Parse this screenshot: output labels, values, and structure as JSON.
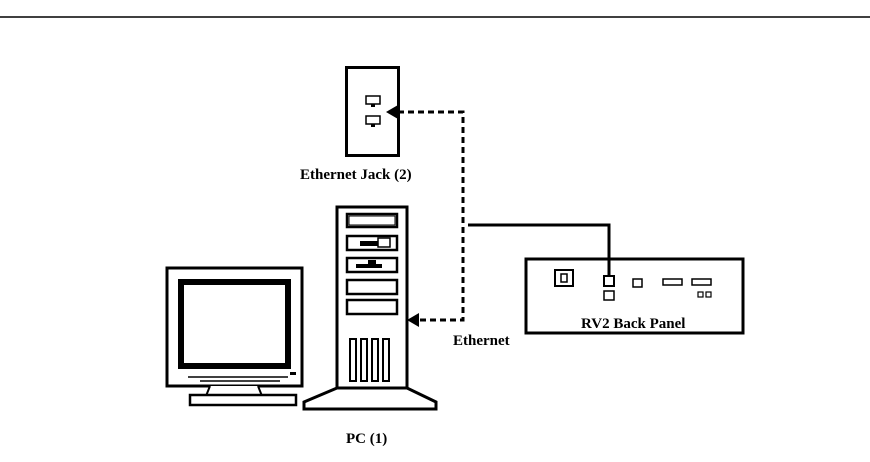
{
  "labels": {
    "ethernet_jack": "Ethernet Jack (2)",
    "pc": "PC (1)",
    "ethernet": "Ethernet",
    "rv2_panel": "RV2 Back Panel"
  },
  "colors": {
    "line": "#000000",
    "background": "#ffffff"
  }
}
